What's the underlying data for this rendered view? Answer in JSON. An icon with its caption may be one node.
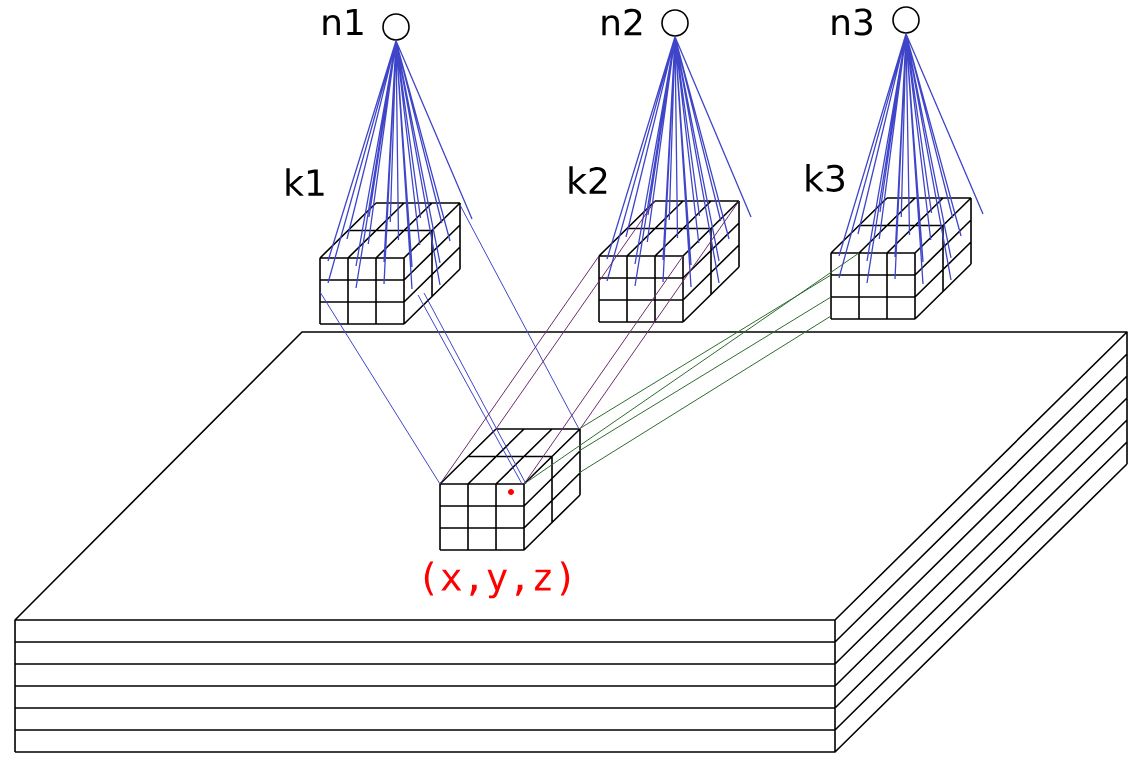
{
  "diagram": {
    "nodes": [
      {
        "text": [],
        "shape": "circle",
        "beside": [
          "n1"
        ]
      },
      {
        "text": [],
        "shape": "circle",
        "beside": [
          "n2"
        ]
      },
      {
        "text": [],
        "shape": "circle",
        "beside": [
          "n3"
        ]
      },
      {
        "text": [],
        "shape": "cube",
        "beside": [
          "k1"
        ]
      },
      {
        "text": [],
        "shape": "cube",
        "beside": [
          "k2"
        ]
      },
      {
        "text": [],
        "shape": "cube",
        "beside": [
          "k3"
        ]
      },
      {
        "text": [],
        "shape": "cube",
        "beside": [
          "(x,y,z)"
        ]
      }
    ],
    "edges": [
      {
        "from": 0,
        "to": 3,
        "arrow": "none"
      },
      {
        "from": 1,
        "to": 4,
        "arrow": "none"
      },
      {
        "from": 2,
        "to": 5,
        "arrow": "none"
      },
      {
        "from": 3,
        "to": 6,
        "arrow": "none"
      },
      {
        "from": 3,
        "to": 6,
        "arrow": "none"
      },
      {
        "from": 3,
        "to": 6,
        "arrow": "none"
      },
      {
        "from": 3,
        "to": 6,
        "arrow": "none"
      },
      {
        "from": 4,
        "to": 6,
        "arrow": "none",
        "color": "#6e2a6a"
      },
      {
        "from": 4,
        "to": 6,
        "arrow": "none",
        "color": "#6e2a6a"
      },
      {
        "from": 4,
        "to": 6,
        "arrow": "none",
        "color": "#6e2a6a"
      },
      {
        "from": 4,
        "to": 6,
        "arrow": "none",
        "color": "#6e2a6a"
      },
      {
        "from": 5,
        "to": 6,
        "arrow": "none",
        "color": "#2e6b2e"
      },
      {
        "from": 5,
        "to": 6,
        "arrow": "none",
        "color": "#2e6b2e"
      },
      {
        "from": 5,
        "to": 6,
        "arrow": "none",
        "color": "#2e6b2e"
      },
      {
        "from": 5,
        "to": 6,
        "arrow": "none",
        "color": "#2e6b2e"
      }
    ]
  }
}
